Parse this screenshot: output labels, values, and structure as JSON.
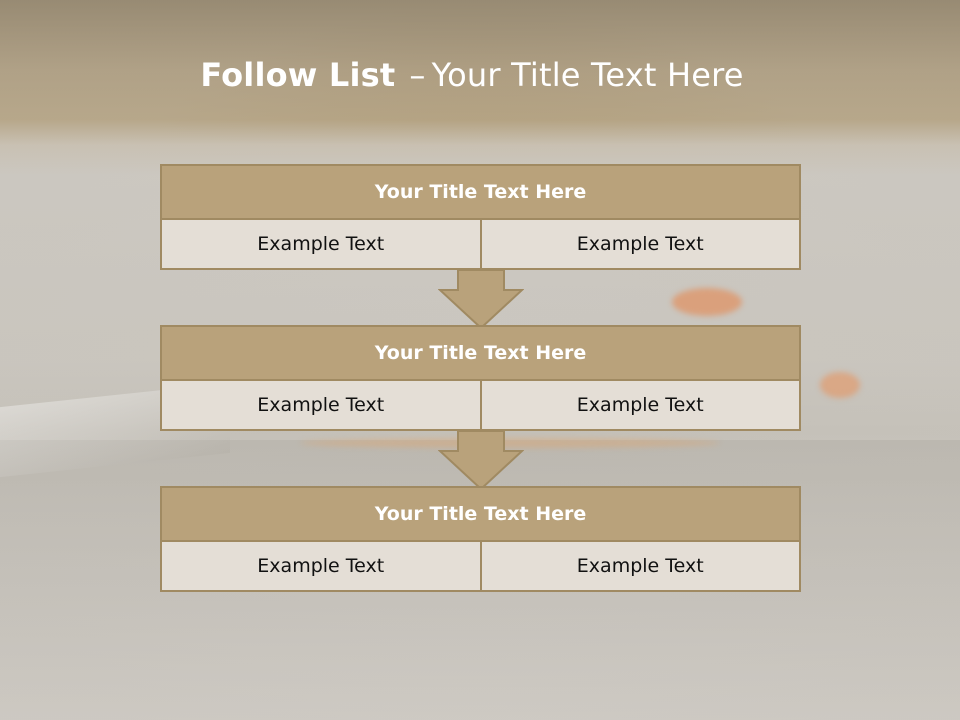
{
  "slide": {
    "title_bold": "Follow List",
    "title_dash": "–",
    "title_rest": "Your Title Text Here"
  },
  "blocks": [
    {
      "heading": "Your Title Text Here",
      "left": "Example Text",
      "right": "Example Text"
    },
    {
      "heading": "Your Title Text Here",
      "left": "Example Text",
      "right": "Example Text"
    },
    {
      "heading": "Your Title Text Here",
      "left": "Example Text",
      "right": "Example Text"
    }
  ],
  "colors": {
    "header_fill": "#b9a27b",
    "border": "#a08a62",
    "cell_fill": "#e4ded6",
    "arrow_fill": "#b9a27b"
  },
  "icons": {
    "connector": "down-arrow-icon"
  }
}
